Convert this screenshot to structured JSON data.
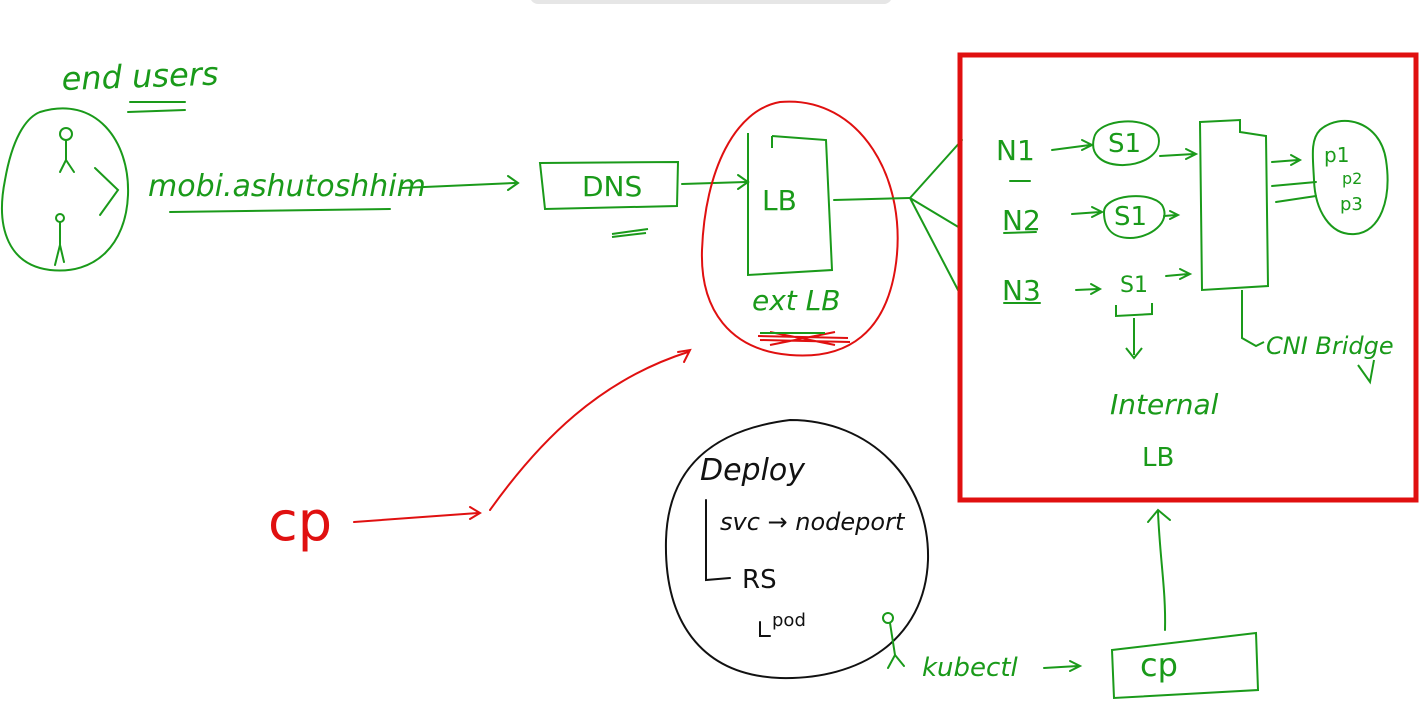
{
  "colors": {
    "green": "#1a9a1a",
    "red": "#e01010",
    "black": "#111111",
    "toolbar_shadow": "#e6e6e6"
  },
  "labels": {
    "end_users": "end users",
    "url": "mobi.ashutoshhim",
    "dns": "DNS",
    "lb": "LB",
    "ext_lb": "ext LB",
    "n1": "N1",
    "n2": "N2",
    "n3": "N3",
    "s1_a": "S1",
    "s1_b": "S1",
    "s1_c": "S1",
    "p1": "p1",
    "p2": "p2",
    "p3": "p3",
    "cni_bridge": "CNI Bridge",
    "internal": "Internal",
    "internal_lb": "LB",
    "cp_left": "cp",
    "deploy": "Deploy",
    "svc_nodeport": "svc → nodeport",
    "rs": "RS",
    "pop": "pod",
    "kubectl": "kubectl",
    "cp_box": "cp"
  }
}
